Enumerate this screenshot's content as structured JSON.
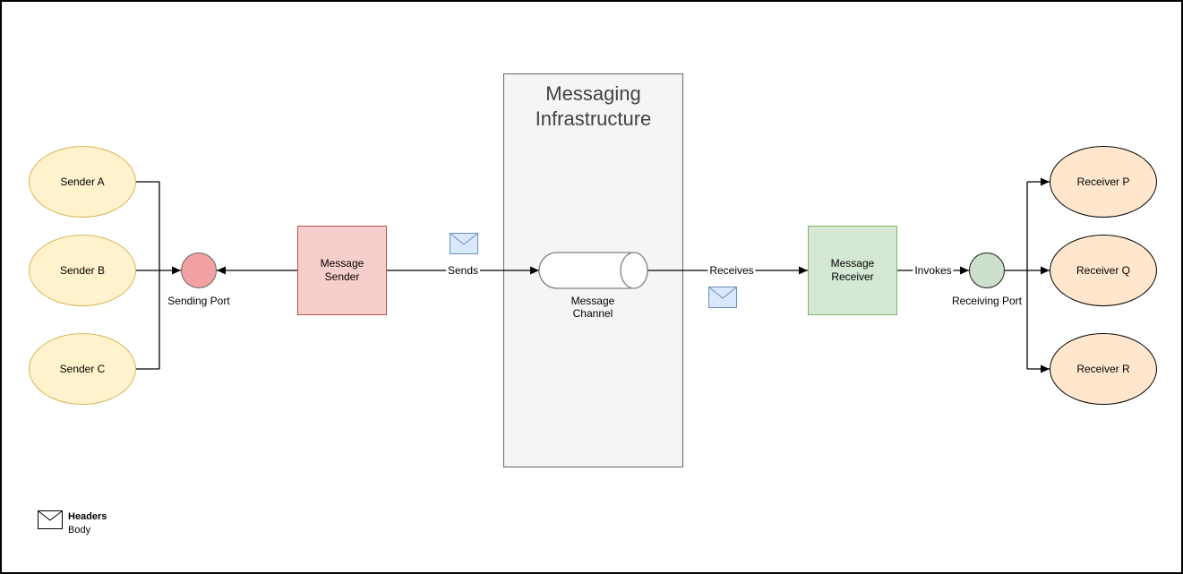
{
  "infrastructure": {
    "title": "Messaging Infrastructure"
  },
  "senders": [
    "Sender A",
    "Sender B",
    "Sender C"
  ],
  "receivers": [
    "Receiver P",
    "Receiver Q",
    "Receiver R"
  ],
  "nodes": {
    "message_sender": "Message Sender",
    "message_receiver": "Message Receiver",
    "message_channel": "Message Channel"
  },
  "ports": {
    "sending": "Sending Port",
    "receiving": "Receiving Port"
  },
  "edges": {
    "sends": "Sends",
    "receives": "Receives",
    "invokes": "Invokes"
  },
  "legend": {
    "headers": "Headers",
    "body": "Body"
  },
  "icons": {
    "message_envelope": "message-envelope-icon",
    "legend_envelope": "legend-envelope-icon"
  },
  "colors": {
    "sender_fill": "#FFF2CC",
    "sender_stroke": "#D6B656",
    "receiver_fill": "#FFE6CC",
    "receiver_stroke": "#000000",
    "message_sender_fill": "#F8CECC",
    "message_sender_stroke": "#B85450",
    "message_receiver_fill": "#D5E8D4",
    "message_receiver_stroke": "#82B366",
    "sending_port_fill": "#F2A2A2",
    "receiving_port_fill": "#CDE0CC",
    "infrastructure_fill": "#F5F5F5",
    "infrastructure_title_color": "#424242",
    "envelope_fill": "#DAE8FC",
    "envelope_stroke": "#6C8EBF",
    "line_color": "#000000",
    "cylinder_stroke": "#808080"
  }
}
